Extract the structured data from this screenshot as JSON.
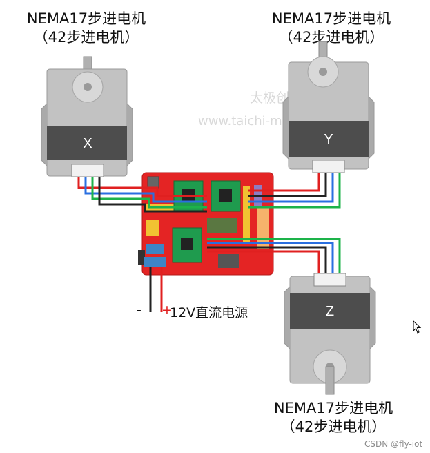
{
  "motors": [
    {
      "id": "x",
      "letter": "X",
      "title": "NEMA17步进电机",
      "subtitle": "（42步进电机）"
    },
    {
      "id": "y",
      "letter": "Y",
      "title": "NEMA17步进电机",
      "subtitle": "（42步进电机）"
    },
    {
      "id": "z",
      "letter": "Z",
      "title": "NEMA17步进电机",
      "subtitle": "（42步进电机）"
    }
  ],
  "power": {
    "minus": "-",
    "plus": "+",
    "label": "12V直流电源"
  },
  "watermark": {
    "line1": "太极创",
    "line2": "www.taichi-maker.com"
  },
  "credit": "CSDN @fly-iot",
  "colors": {
    "board": "#e42424",
    "driver": "#1f9b4e",
    "motor_body": "#bdbdbd",
    "motor_band": "#4d4d4d",
    "wire_red": "#e02020",
    "wire_blue": "#2a6fe0",
    "wire_green": "#1db34a",
    "wire_black": "#222222"
  }
}
